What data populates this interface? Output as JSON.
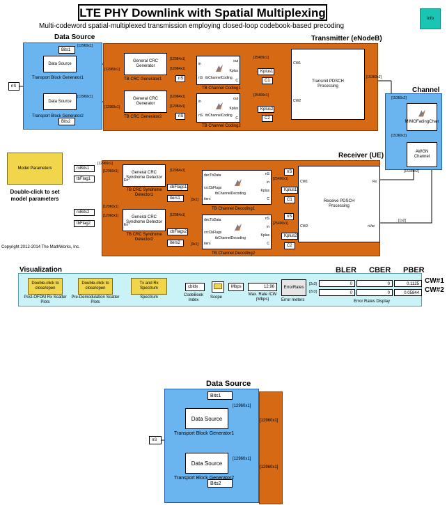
{
  "header": {
    "title": "LTE PHY Downlink with Spatial Multiplexing",
    "subtitle": "Multi-codeword spatial-multiplexed transmission employing closed-loop codebook-based precoding",
    "info_label": "Info"
  },
  "copyright": "Copyright 2012-2014 The MathWorks, Inc.",
  "data_source": {
    "label": "Data Source",
    "ns": "nS",
    "gen1": {
      "block": "Data Source",
      "caption": "Transport Block Generator1",
      "out": "Bits1",
      "dim": "[12960x1]"
    },
    "gen2": {
      "block": "Data Source",
      "caption": "Transport Block Generator2",
      "out": "Bits2",
      "dim": "[12960x1]"
    }
  },
  "transmitter": {
    "label": "Transmitter (eNodeB)",
    "crc1": {
      "block": "General CRC Generator",
      "caption": "TB CRC Generator1"
    },
    "crc2": {
      "block": "General CRC Generator",
      "caption": "TB CRC Generator2"
    },
    "cc1": {
      "fn": "tbChannelCoding",
      "caption": "TB Channel Coding1",
      "p_in": "in",
      "p_ns": "nS",
      "p_out": "out",
      "p_kplus": "Kplus",
      "p_c": "C",
      "kplus": "Kplus1",
      "c": "C1"
    },
    "cc2": {
      "fn": "tbChannelCoding",
      "caption": "TB Channel Coding2",
      "p_in": "in",
      "p_ns": "nS",
      "p_out": "out",
      "p_kplus": "Kplus",
      "p_c": "C",
      "kplus": "Kplus2",
      "c": "C2"
    },
    "pdsch": {
      "block": "Transmit PDSCH Processing",
      "cw1": "CW1",
      "cw2": "CW2"
    },
    "ns1": "nS",
    "ns2": "nS",
    "dims": {
      "d12960": "[12960x1]",
      "d12984": "[12984x1]",
      "d25400": "[25400x1]",
      "d15360": "[15360x2]"
    }
  },
  "channel": {
    "label": "Channel",
    "mimo": "MIMOFadingChan",
    "awgn": "AWGN Channel",
    "d1": "[15360x2]",
    "d2": "[15360x2]",
    "d3": "[15360x2]"
  },
  "model_params": {
    "block": "Model Parameters",
    "caption": "Double-click to set model parameters"
  },
  "receiver": {
    "label": "Receiver (UE)",
    "tags": {
      "rbits1": "rxBits1",
      "tbflag1": "tbFlag1",
      "rbits2": "rxBits2",
      "tbflag2": "tbFlag2",
      "ns1": "nS",
      "ns2": "nS",
      "kplus1": "Kplus1",
      "kplus2": "Kplus2",
      "c1": "C1",
      "c2": "C2",
      "cbflags1": "cbFlags1",
      "cbflags2": "cbFlags2",
      "iters1": "iters1",
      "iters2": "iters2"
    },
    "crcd1": {
      "block": "General CRC Syndrome Detector",
      "caption": "TB CRC Syndrome Detector1",
      "err": "Err"
    },
    "crcd2": {
      "block": "General CRC Syndrome Detector",
      "caption": "TB CRC Syndrome Detector2",
      "err": "Err"
    },
    "dec1": {
      "fn": "tbChannelDecoding",
      "caption": "TB Channel Decoding1",
      "p_dec": "decTbData",
      "p_crc": "crcCbFlags",
      "p_iters": "iters",
      "p_ns": "nS",
      "p_in": "in",
      "p_kplus": "Kplus",
      "p_c": "C"
    },
    "dec2": {
      "fn": "tbChannelDecoding",
      "caption": "TB Channel Decoding2",
      "p_dec": "decTbData",
      "p_crc": "crcCbFlags",
      "p_iters": "iters",
      "p_ns": "nS",
      "p_in": "in",
      "p_kplus": "Kplus",
      "p_c": "C"
    },
    "pdsch": {
      "block": "Receive PDSCH Processing",
      "cw1": "CW1",
      "cw2": "CW2",
      "rx": "Rx",
      "nvar": "nVar"
    },
    "dims": {
      "d12960": "[12960x1]",
      "d12984": "[12984x1]",
      "d25400": "[25400x1]",
      "d1x2": "[1x2]",
      "d3x1": "[3x1]"
    }
  },
  "visualization": {
    "label": "Visualization",
    "btn1": {
      "block": "Double-click to close/open",
      "caption": "Post-OFDM Rx Scatter Plots"
    },
    "btn2": {
      "block": "Double-click to close/open",
      "caption": "Pre-Demodulation Scatter Plots"
    },
    "btn3": {
      "block": "Tx and Rx Spectrum",
      "caption": "Spectrum"
    },
    "cbidx": "cbIdx",
    "cbidx_caption": "CodeBook Index",
    "scope_caption": "Scope",
    "mbps": "Mbps",
    "rate_value": "12.96",
    "rate_caption": "Max. Rate /CW (Mbps)",
    "err_block": "ErrorRates",
    "err_caption": "Error meters",
    "d2x3a": "[2x3]",
    "d2x3b": "[2x3]",
    "display_caption": "Error Rates Display"
  },
  "metrics": {
    "headers": [
      "BLER",
      "CBER",
      "PBER"
    ],
    "rows": [
      {
        "cw": "CW#1",
        "values": [
          "0",
          "0",
          "0.1125"
        ]
      },
      {
        "cw": "CW#2",
        "values": [
          "0",
          "0",
          "0.05844"
        ]
      }
    ]
  },
  "zoom": {
    "label": "Data Source",
    "ns": "nS",
    "gen1": {
      "block": "Data Source",
      "caption": "Transport Block Generator1",
      "out": "Bits1",
      "dim": "[12960x1]"
    },
    "gen2": {
      "block": "Data Source",
      "caption": "Transport Block Generator2",
      "out": "Bits2",
      "dim": "[12960x1]"
    },
    "out_dim1": "[12960x1]",
    "out_dim2": "[12960x1]"
  }
}
